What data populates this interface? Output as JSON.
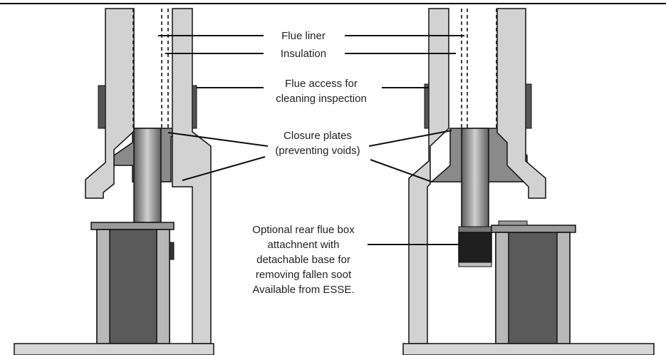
{
  "labels": {
    "flue_liner": "Flue liner",
    "insulation": "Insulation",
    "flue_access_line1": "Flue access for",
    "flue_access_line2": "cleaning inspection",
    "closure_line1": "Closure plates",
    "closure_line2": "(preventing voids)",
    "optional_line1": "Optional rear flue box",
    "optional_line2": "attachnent with",
    "optional_line3": "detachable base for",
    "optional_line4": "removing fallen soot",
    "optional_line5": "Available from ESSE."
  },
  "colors": {
    "wall_fill": "#d2d2d2",
    "outline": "#111111",
    "closure_plate": "#8a8a8a",
    "stove_body": "#5a5a5a",
    "stove_leg": "#b8b8b8",
    "flue_box": "#1f1f1f",
    "floor": "#d6d6d6"
  }
}
